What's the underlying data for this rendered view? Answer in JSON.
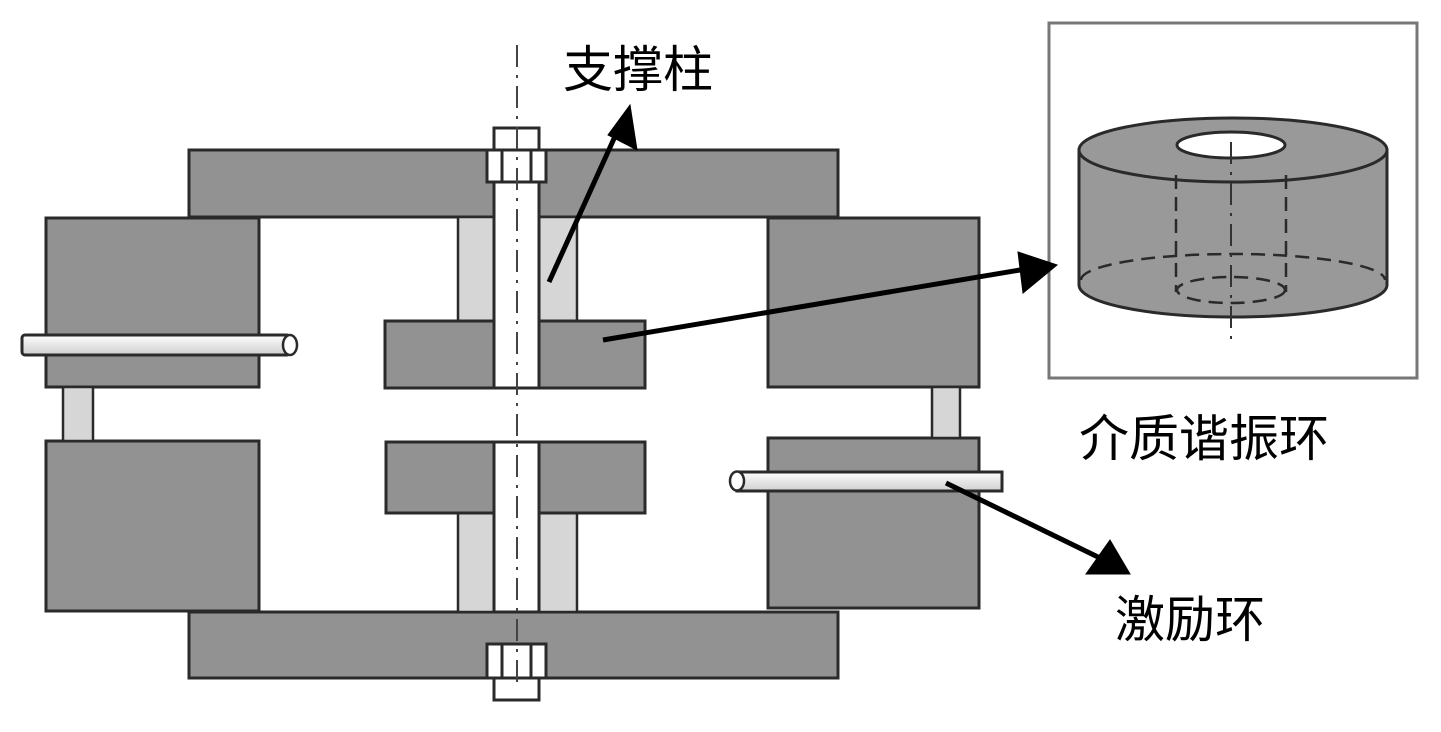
{
  "labels": {
    "support_pillar": "支撑柱",
    "dielectric_resonator": "介质谐振环",
    "excitation_ring": "激励环"
  },
  "colors": {
    "block": "#929292",
    "pillar": "#d6d6d6",
    "rod": "#ffffff",
    "outline": "#2a2a2a",
    "arrow": "#000000"
  }
}
